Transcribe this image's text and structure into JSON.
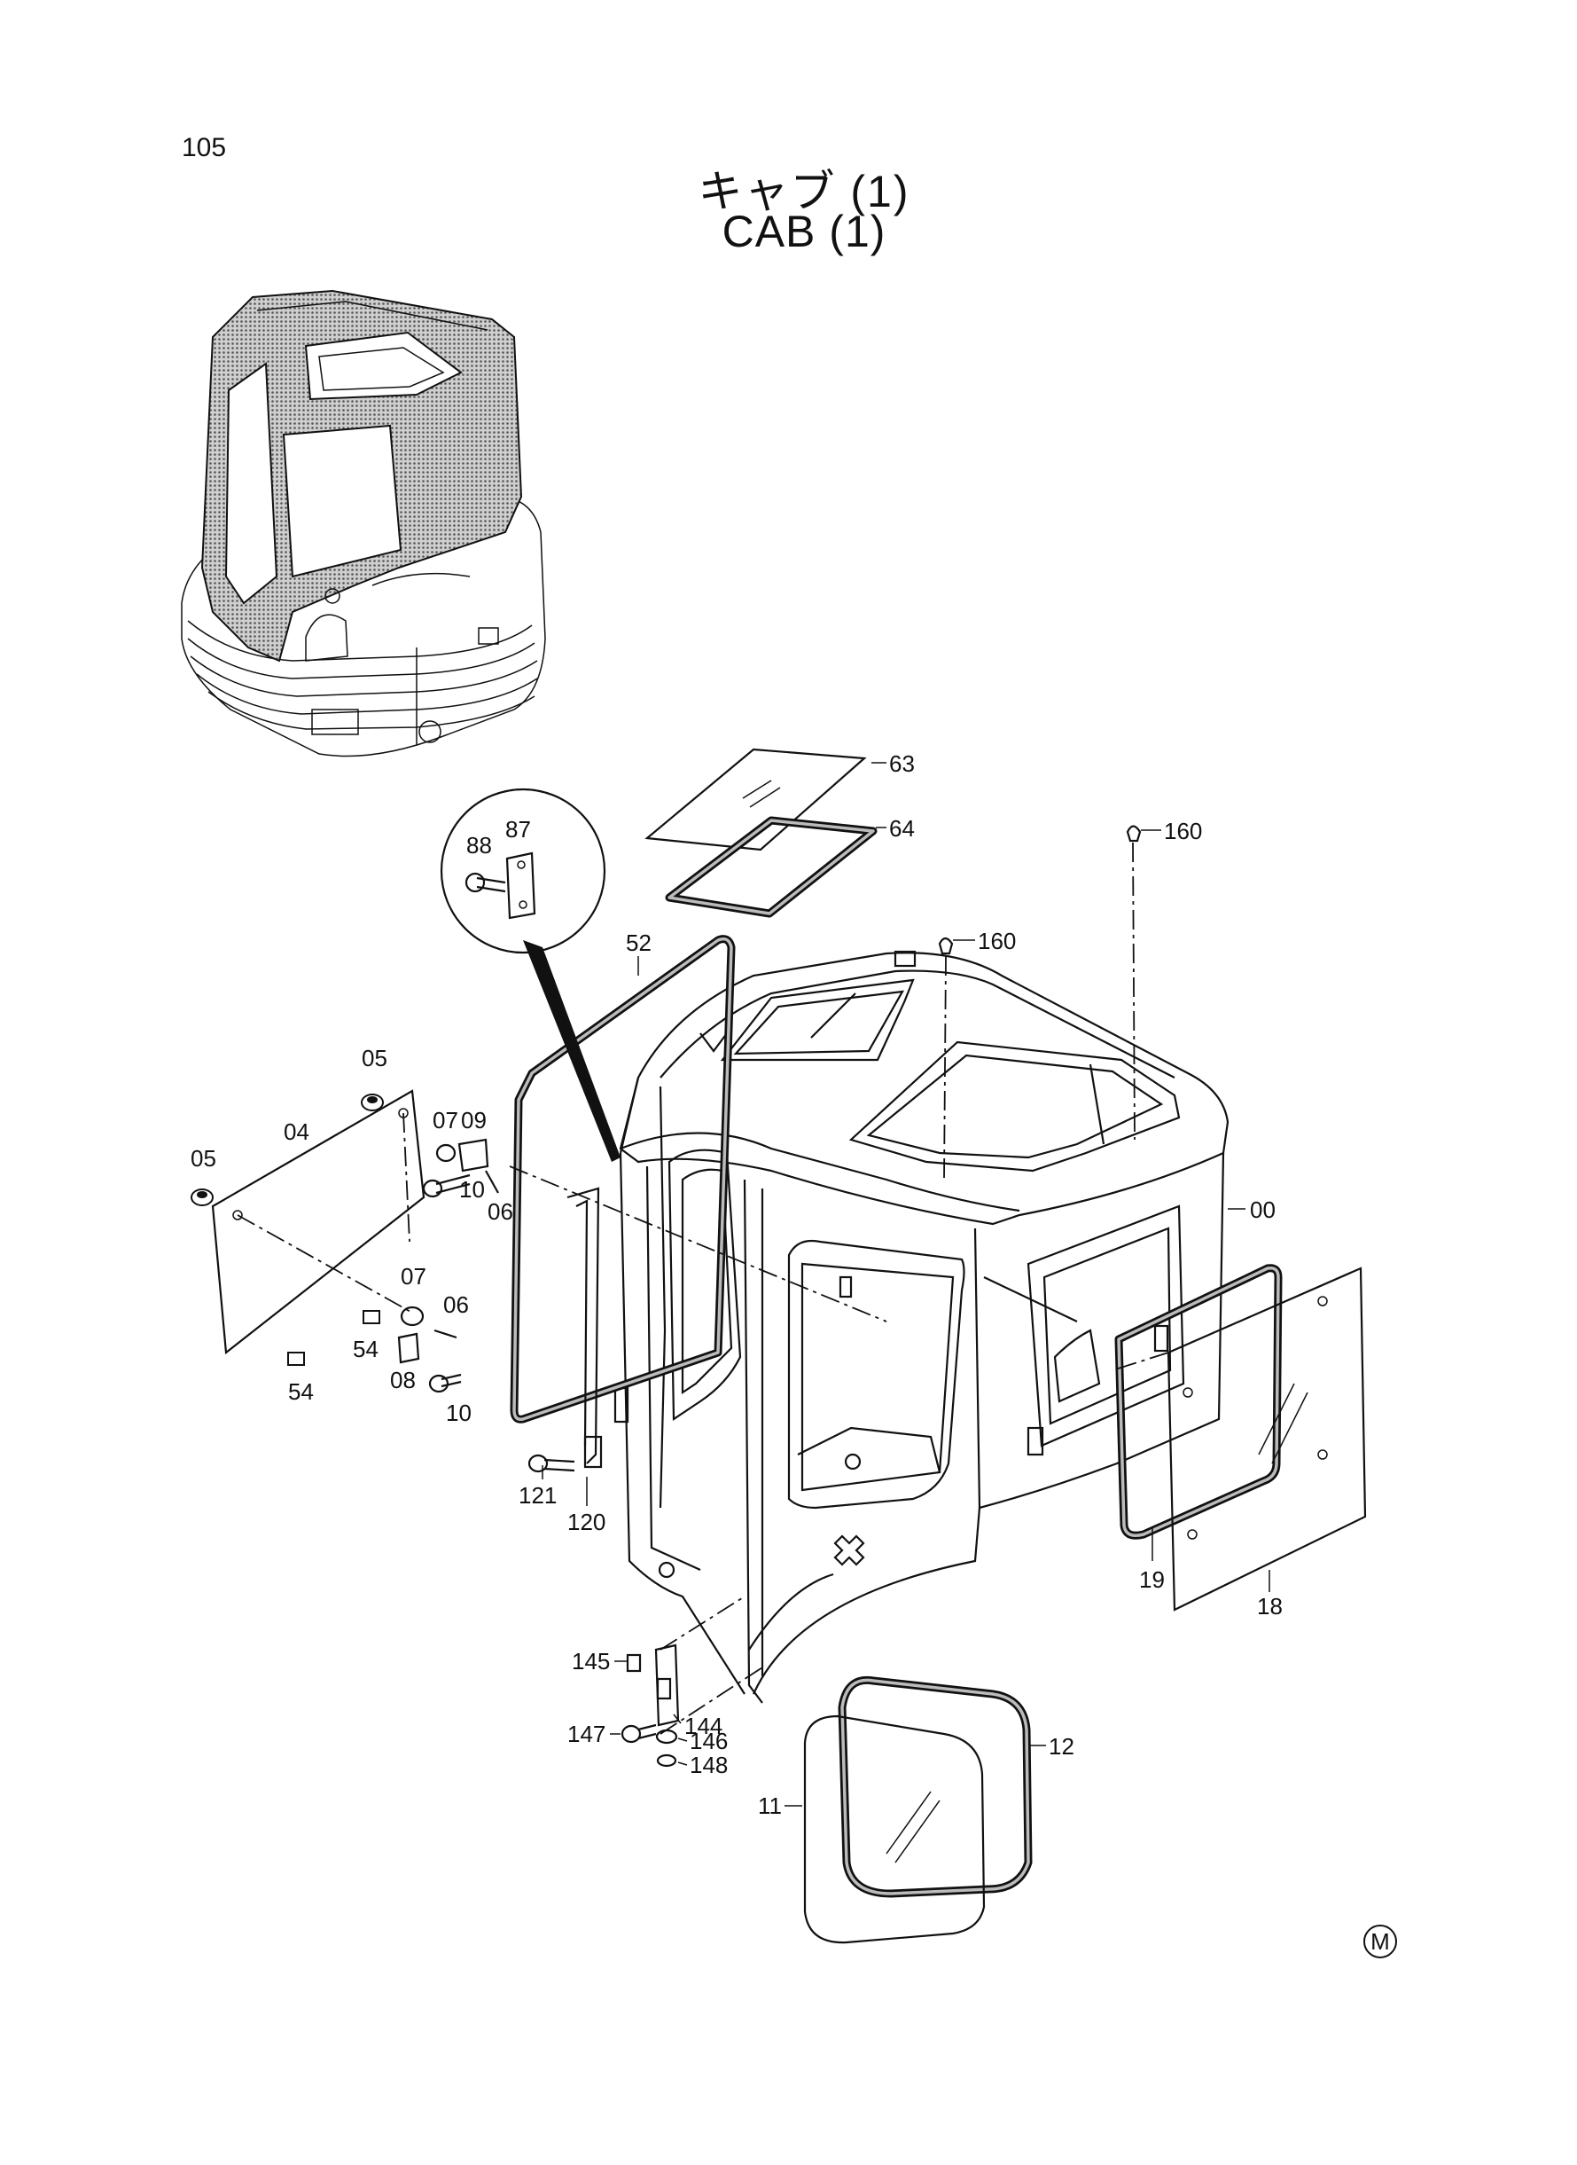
{
  "page": {
    "number": "105",
    "title_jp": "キャブ (1)",
    "title_en": "CAB (1)",
    "marker": "M"
  },
  "callouts": {
    "c00": "00",
    "c04": "04",
    "c05a": "05",
    "c05b": "05",
    "c06a": "06",
    "c06b": "06",
    "c07a": "07",
    "c07b": "07",
    "c08": "08",
    "c09": "09",
    "c10a": "10",
    "c10b": "10",
    "c11": "11",
    "c12": "12",
    "c18": "18",
    "c19": "19",
    "c52": "52",
    "c54a": "54",
    "c54b": "54",
    "c63": "63",
    "c64": "64",
    "c87": "87",
    "c88": "88",
    "c120": "120",
    "c121": "121",
    "c144": "144",
    "c145": "145",
    "c146": "146",
    "c147": "147",
    "c148": "148",
    "c160a": "160",
    "c160b": "160"
  },
  "colors": {
    "ink": "#111111",
    "paper": "#ffffff",
    "shade": "#9a9a9a"
  }
}
